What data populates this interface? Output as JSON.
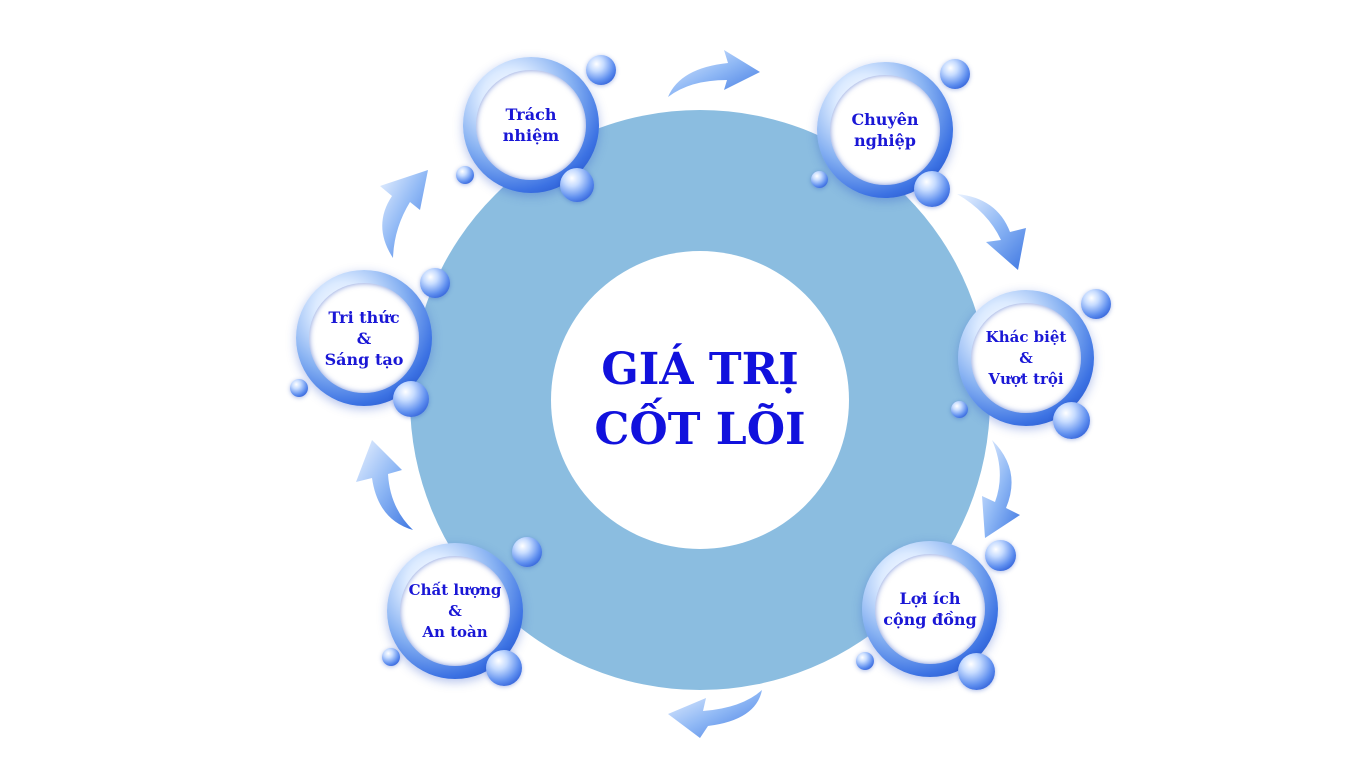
{
  "center": {
    "line1": "GIÁ TRỊ",
    "line2": "CỐT LÕI"
  },
  "values": [
    {
      "lines": [
        "Trách",
        "nhiệm"
      ]
    },
    {
      "lines": [
        "Chuyên",
        "nghiệp"
      ]
    },
    {
      "lines": [
        "Khác biệt",
        "&",
        "Vượt trội"
      ]
    },
    {
      "lines": [
        "Lợi ích",
        "cộng đồng"
      ]
    },
    {
      "lines": [
        "Chất lượng",
        "&",
        "An toàn"
      ]
    },
    {
      "lines": [
        "Tri thức",
        "&",
        "Sáng tạo"
      ]
    }
  ],
  "colors": {
    "ring": "#8bbde0",
    "text": "#1111dd",
    "bubble": "#3c72e3",
    "arrow": "#5b92e8"
  }
}
